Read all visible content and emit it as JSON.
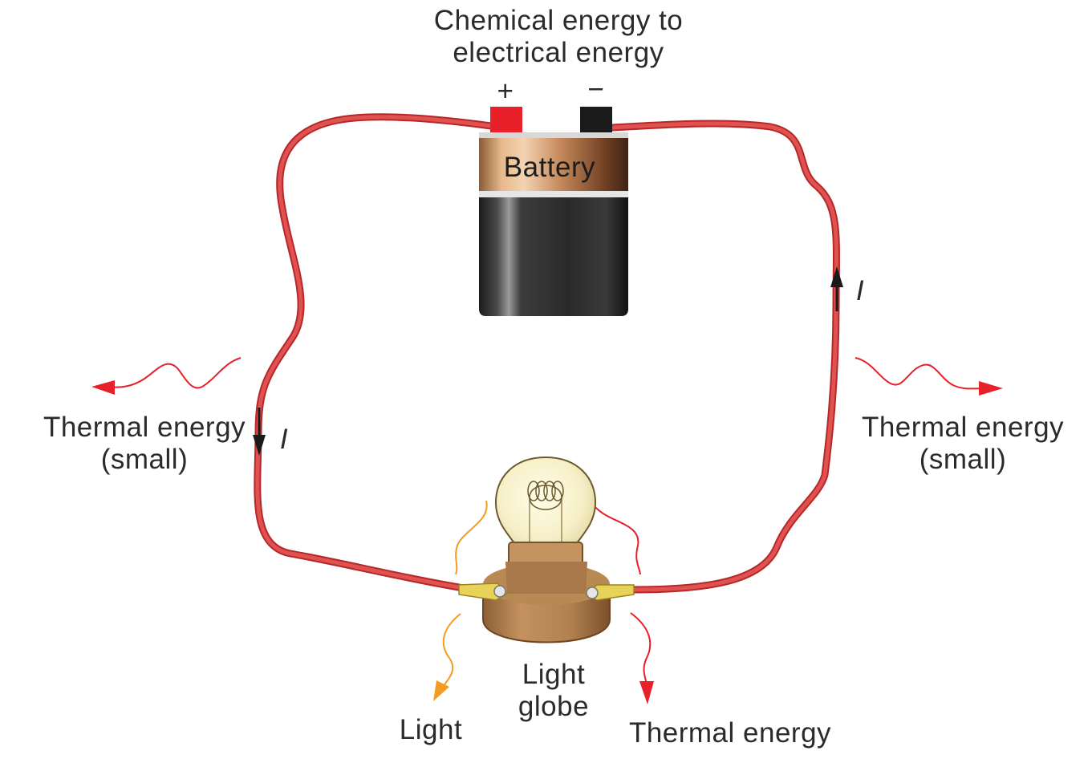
{
  "labels": {
    "battery_title_line1": "Chemical energy to",
    "battery_title_line2": "electrical energy",
    "plus": "+",
    "minus": "−",
    "battery": "Battery",
    "current_left": "I",
    "current_right": "I",
    "thermal_left_line1": "Thermal energy",
    "thermal_left_line2": "(small)",
    "thermal_right_line1": "Thermal energy",
    "thermal_right_line2": "(small)",
    "light": "Light",
    "globe_line1": "Light",
    "globe_line2": "globe",
    "thermal_bottom": "Thermal energy"
  },
  "colors": {
    "wire": "#d83a3a",
    "positive_terminal": "#e8202a",
    "negative_terminal": "#1a1a1a",
    "heat_arrow": "#e8202a",
    "light_arrow": "#f39c1f",
    "bulb_base": "#a9794a"
  }
}
